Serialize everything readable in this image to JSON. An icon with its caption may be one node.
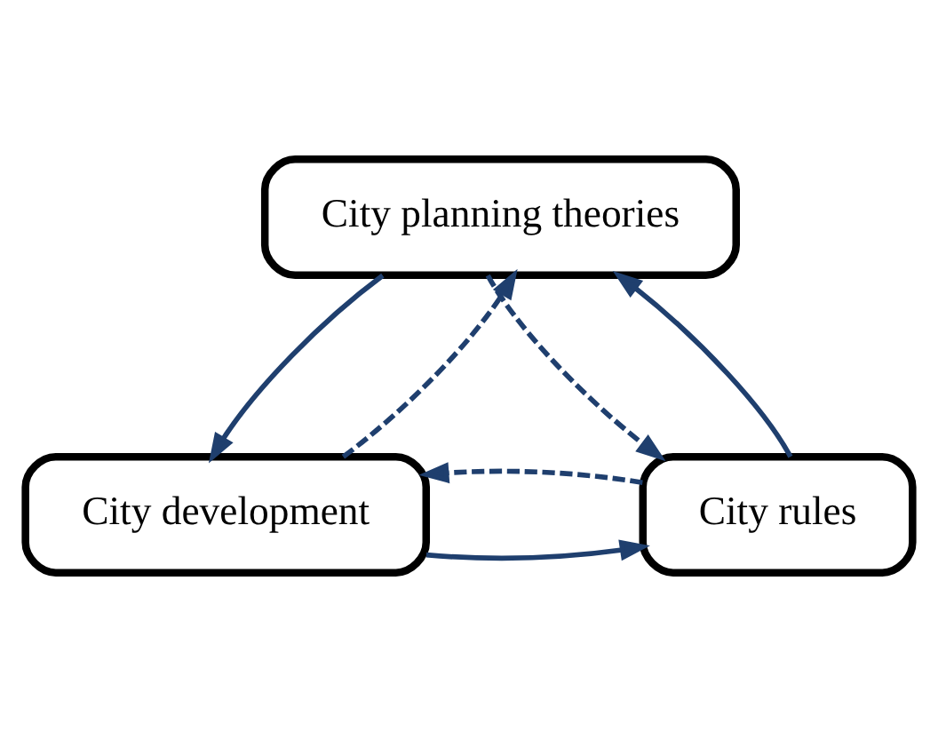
{
  "diagram": {
    "nodes": [
      {
        "text": [
          "City planning theories"
        ]
      },
      {
        "text": [
          "City development"
        ]
      },
      {
        "text": [
          "City rules"
        ]
      }
    ],
    "edges": [
      {
        "from": 0,
        "to": 1,
        "arrow": "to"
      },
      {
        "from": 1,
        "to": 2,
        "arrow": "to"
      },
      {
        "from": 2,
        "to": 0,
        "arrow": "to"
      },
      {
        "from": 0,
        "to": 2,
        "arrow": "to",
        "style": "dashed"
      },
      {
        "from": 2,
        "to": 1,
        "arrow": "to",
        "style": "dashed"
      },
      {
        "from": 1,
        "to": 0,
        "arrow": "to",
        "style": "dashed"
      }
    ]
  }
}
